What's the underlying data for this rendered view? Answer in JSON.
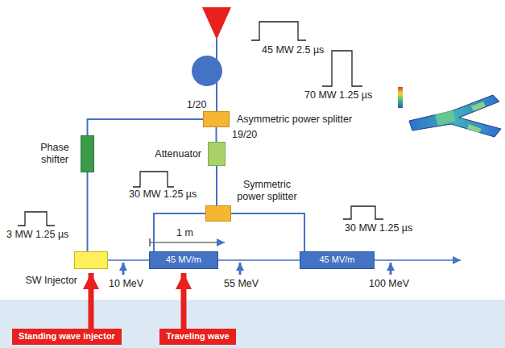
{
  "diagram": {
    "nodes": [
      {
        "text": [
          "Asymmetric power splitter"
        ]
      },
      {
        "text": [
          "Phase shifter"
        ]
      },
      {
        "text": [
          "Attenuator"
        ]
      },
      {
        "text": [
          "Symmetric power splitter"
        ]
      },
      {
        "text": [
          "SW Injector"
        ]
      },
      {
        "text": [
          "45 MV/m"
        ]
      },
      {
        "text": [
          "45 MV/m"
        ]
      },
      {
        "text": [
          "Standing wave injector"
        ]
      },
      {
        "text": [
          "Traveling wave"
        ]
      }
    ],
    "edges": [
      {
        "from": 0,
        "to": 1,
        "arrow": "none"
      },
      {
        "from": 0,
        "to": 2,
        "arrow": "none"
      },
      {
        "from": 2,
        "to": 3,
        "arrow": "none"
      },
      {
        "from": 1,
        "to": 4,
        "arrow": "none"
      },
      {
        "from": 3,
        "to": 5,
        "arrow": "none"
      },
      {
        "from": 3,
        "to": 6,
        "arrow": "none"
      },
      {
        "from": 7,
        "to": 4,
        "arrow": "to"
      },
      {
        "from": 8,
        "to": 5,
        "arrow": "to"
      }
    ],
    "labels": [
      "45 MW 2.5 µs",
      "70 MW 1.25 µs",
      "1/20",
      "19/20",
      "30 MW 1.25 µs",
      "30 MW 1.25 µs",
      "3 MW 1.25 µs",
      "1 m",
      "10 MeV",
      "55 MeV",
      "100 MeV"
    ]
  }
}
